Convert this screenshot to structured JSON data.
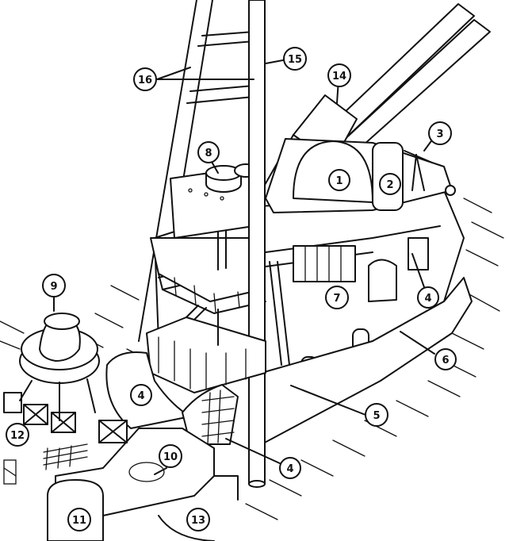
{
  "diagram": {
    "labels": [
      {
        "id": "c1",
        "text": "1"
      },
      {
        "id": "c2",
        "text": "2"
      },
      {
        "id": "c3",
        "text": "3"
      },
      {
        "id": "c4a",
        "text": "4"
      },
      {
        "id": "c4b",
        "text": "4"
      },
      {
        "id": "c4c",
        "text": "4"
      },
      {
        "id": "c5",
        "text": "5"
      },
      {
        "id": "c6",
        "text": "6"
      },
      {
        "id": "c7",
        "text": "7"
      },
      {
        "id": "c8",
        "text": "8"
      },
      {
        "id": "c9",
        "text": "9"
      },
      {
        "id": "c10",
        "text": "10"
      },
      {
        "id": "c11",
        "text": "11"
      },
      {
        "id": "c12",
        "text": "12"
      },
      {
        "id": "c13",
        "text": "13"
      },
      {
        "id": "c14",
        "text": "14"
      },
      {
        "id": "c15",
        "text": "15"
      },
      {
        "id": "c16",
        "text": "16"
      }
    ]
  }
}
